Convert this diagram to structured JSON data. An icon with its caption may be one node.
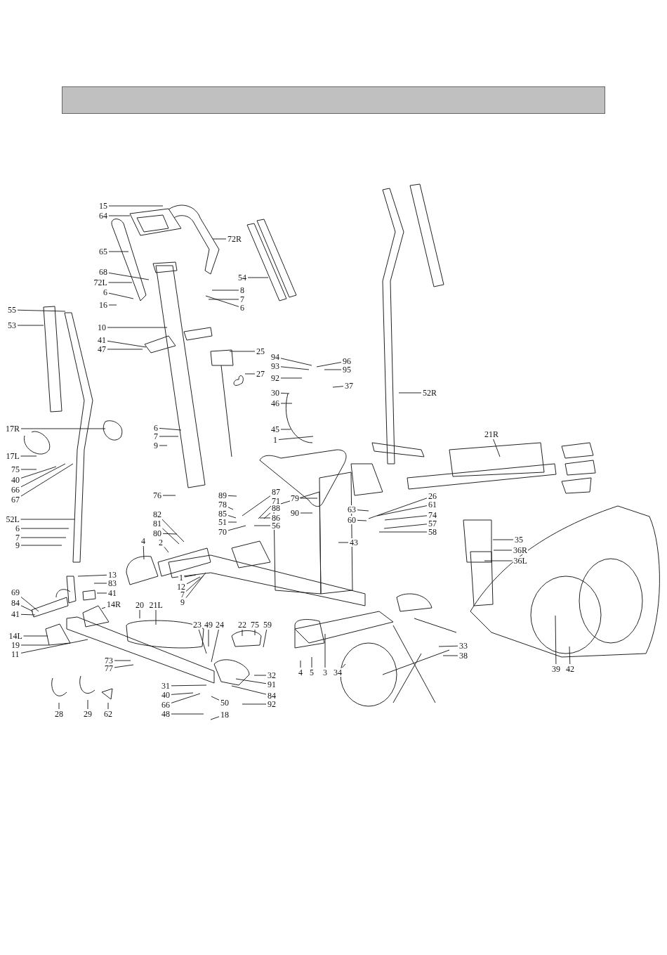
{
  "diagram": {
    "nodes": [
      {
        "text": [
          "15"
        ]
      },
      {
        "text": [
          "64"
        ]
      },
      {
        "text": [
          "65"
        ]
      },
      {
        "text": [
          "72R"
        ]
      },
      {
        "text": [
          "68"
        ]
      },
      {
        "text": [
          "72L"
        ]
      },
      {
        "text": [
          "6"
        ]
      },
      {
        "text": [
          "16"
        ]
      },
      {
        "text": [
          "8"
        ]
      },
      {
        "text": [
          "7"
        ]
      },
      {
        "text": [
          "6"
        ]
      },
      {
        "text": [
          "54"
        ]
      },
      {
        "text": [
          "55"
        ]
      },
      {
        "text": [
          "53"
        ]
      },
      {
        "text": [
          "10"
        ]
      },
      {
        "text": [
          "41"
        ]
      },
      {
        "text": [
          "47"
        ]
      },
      {
        "text": [
          "25"
        ]
      },
      {
        "text": [
          "27"
        ]
      },
      {
        "text": [
          "94"
        ]
      },
      {
        "text": [
          "93"
        ]
      },
      {
        "text": [
          "92"
        ]
      },
      {
        "text": [
          "96"
        ]
      },
      {
        "text": [
          "95"
        ]
      },
      {
        "text": [
          "30"
        ]
      },
      {
        "text": [
          "37"
        ]
      },
      {
        "text": [
          "46"
        ]
      },
      {
        "text": [
          "45"
        ]
      },
      {
        "text": [
          "1"
        ]
      },
      {
        "text": [
          "52R"
        ]
      },
      {
        "text": [
          "21R"
        ]
      },
      {
        "text": [
          "17R"
        ]
      },
      {
        "text": [
          "17L"
        ]
      },
      {
        "text": [
          "75"
        ]
      },
      {
        "text": [
          "40"
        ]
      },
      {
        "text": [
          "66"
        ]
      },
      {
        "text": [
          "67"
        ]
      },
      {
        "text": [
          "52L"
        ]
      },
      {
        "text": [
          "6"
        ]
      },
      {
        "text": [
          "7"
        ]
      },
      {
        "text": [
          "9"
        ]
      },
      {
        "text": [
          "6"
        ]
      },
      {
        "text": [
          "7"
        ]
      },
      {
        "text": [
          "9"
        ]
      },
      {
        "text": [
          "76"
        ]
      },
      {
        "text": [
          "82"
        ]
      },
      {
        "text": [
          "81"
        ]
      },
      {
        "text": [
          "80"
        ]
      },
      {
        "text": [
          "2"
        ]
      },
      {
        "text": [
          "4"
        ]
      },
      {
        "text": [
          "89"
        ]
      },
      {
        "text": [
          "78"
        ]
      },
      {
        "text": [
          "85"
        ]
      },
      {
        "text": [
          "51"
        ]
      },
      {
        "text": [
          "70"
        ]
      },
      {
        "text": [
          "87"
        ]
      },
      {
        "text": [
          "71"
        ]
      },
      {
        "text": [
          "88"
        ]
      },
      {
        "text": [
          "86"
        ]
      },
      {
        "text": [
          "56"
        ]
      },
      {
        "text": [
          "79"
        ]
      },
      {
        "text": [
          "90"
        ]
      },
      {
        "text": [
          "63"
        ]
      },
      {
        "text": [
          "60"
        ]
      },
      {
        "text": [
          "26"
        ]
      },
      {
        "text": [
          "61"
        ]
      },
      {
        "text": [
          "74"
        ]
      },
      {
        "text": [
          "57"
        ]
      },
      {
        "text": [
          "58"
        ]
      },
      {
        "text": [
          "43"
        ]
      },
      {
        "text": [
          "1"
        ]
      },
      {
        "text": [
          "12"
        ]
      },
      {
        "text": [
          "7"
        ]
      },
      {
        "text": [
          "9"
        ]
      },
      {
        "text": [
          "13"
        ]
      },
      {
        "text": [
          "83"
        ]
      },
      {
        "text": [
          "41"
        ]
      },
      {
        "text": [
          "14R"
        ]
      },
      {
        "text": [
          "69"
        ]
      },
      {
        "text": [
          "84"
        ]
      },
      {
        "text": [
          "41"
        ]
      },
      {
        "text": [
          "14L"
        ]
      },
      {
        "text": [
          "19"
        ]
      },
      {
        "text": [
          "11"
        ]
      },
      {
        "text": [
          "20"
        ]
      },
      {
        "text": [
          "21L"
        ]
      },
      {
        "text": [
          "35"
        ]
      },
      {
        "text": [
          "36R"
        ]
      },
      {
        "text": [
          "36L"
        ]
      },
      {
        "text": [
          "23"
        ]
      },
      {
        "text": [
          "49"
        ]
      },
      {
        "text": [
          "24"
        ]
      },
      {
        "text": [
          "22"
        ]
      },
      {
        "text": [
          "75"
        ]
      },
      {
        "text": [
          "59"
        ]
      },
      {
        "text": [
          "73"
        ]
      },
      {
        "text": [
          "77"
        ]
      },
      {
        "text": [
          "32"
        ]
      },
      {
        "text": [
          "91"
        ]
      },
      {
        "text": [
          "84"
        ]
      },
      {
        "text": [
          "92"
        ]
      },
      {
        "text": [
          "31"
        ]
      },
      {
        "text": [
          "40"
        ]
      },
      {
        "text": [
          "66"
        ]
      },
      {
        "text": [
          "48"
        ]
      },
      {
        "text": [
          "50"
        ]
      },
      {
        "text": [
          "18"
        ]
      },
      {
        "text": [
          "28"
        ]
      },
      {
        "text": [
          "29"
        ]
      },
      {
        "text": [
          "62"
        ]
      },
      {
        "text": [
          "33"
        ]
      },
      {
        "text": [
          "38"
        ]
      },
      {
        "text": [
          "4"
        ]
      },
      {
        "text": [
          "5"
        ]
      },
      {
        "text": [
          "3"
        ]
      },
      {
        "text": [
          "34"
        ]
      },
      {
        "text": [
          "39"
        ]
      },
      {
        "text": [
          "42"
        ]
      }
    ],
    "edges": [
      {
        "from": 0,
        "to": null,
        "arrow": "none"
      },
      {
        "from": 1,
        "to": null,
        "arrow": "none"
      },
      {
        "from": 2,
        "to": null,
        "arrow": "none"
      },
      {
        "from": 3,
        "to": null,
        "arrow": "none"
      },
      {
        "from": 4,
        "to": null,
        "arrow": "none"
      },
      {
        "from": 5,
        "to": null,
        "arrow": "none"
      },
      {
        "from": 6,
        "to": null,
        "arrow": "none"
      },
      {
        "from": 7,
        "to": null,
        "arrow": "none"
      },
      {
        "from": 8,
        "to": null,
        "arrow": "none"
      },
      {
        "from": 9,
        "to": null,
        "arrow": "none"
      },
      {
        "from": 10,
        "to": null,
        "arrow": "none"
      },
      {
        "from": 11,
        "to": null,
        "arrow": "none"
      },
      {
        "from": 12,
        "to": null,
        "arrow": "none"
      },
      {
        "from": 13,
        "to": null,
        "arrow": "none"
      },
      {
        "from": 14,
        "to": null,
        "arrow": "none"
      },
      {
        "from": 15,
        "to": null,
        "arrow": "none"
      },
      {
        "from": 16,
        "to": null,
        "arrow": "none"
      },
      {
        "from": 17,
        "to": null,
        "arrow": "none"
      },
      {
        "from": 18,
        "to": null,
        "arrow": "none"
      },
      {
        "from": 19,
        "to": null,
        "arrow": "none"
      },
      {
        "from": 20,
        "to": null,
        "arrow": "none"
      },
      {
        "from": 21,
        "to": null,
        "arrow": "none"
      },
      {
        "from": 22,
        "to": null,
        "arrow": "none"
      },
      {
        "from": 23,
        "to": null,
        "arrow": "none"
      },
      {
        "from": 24,
        "to": null,
        "arrow": "none"
      },
      {
        "from": 25,
        "to": null,
        "arrow": "none"
      },
      {
        "from": 26,
        "to": null,
        "arrow": "none"
      },
      {
        "from": 27,
        "to": null,
        "arrow": "none"
      },
      {
        "from": 28,
        "to": null,
        "arrow": "none"
      },
      {
        "from": 29,
        "to": null,
        "arrow": "none"
      },
      {
        "from": 30,
        "to": null,
        "arrow": "none"
      },
      {
        "from": 31,
        "to": null,
        "arrow": "none"
      },
      {
        "from": 32,
        "to": null,
        "arrow": "none"
      },
      {
        "from": 33,
        "to": null,
        "arrow": "none"
      },
      {
        "from": 34,
        "to": null,
        "arrow": "none"
      },
      {
        "from": 35,
        "to": null,
        "arrow": "none"
      },
      {
        "from": 36,
        "to": null,
        "arrow": "none"
      },
      {
        "from": 37,
        "to": null,
        "arrow": "none"
      },
      {
        "from": 38,
        "to": null,
        "arrow": "none"
      },
      {
        "from": 39,
        "to": null,
        "arrow": "none"
      },
      {
        "from": 40,
        "to": null,
        "arrow": "none"
      },
      {
        "from": 41,
        "to": null,
        "arrow": "none"
      },
      {
        "from": 42,
        "to": null,
        "arrow": "none"
      },
      {
        "from": 43,
        "to": null,
        "arrow": "none"
      },
      {
        "from": 44,
        "to": null,
        "arrow": "none"
      },
      {
        "from": 45,
        "to": null,
        "arrow": "none"
      },
      {
        "from": 46,
        "to": null,
        "arrow": "none"
      },
      {
        "from": 47,
        "to": null,
        "arrow": "none"
      },
      {
        "from": 48,
        "to": null,
        "arrow": "none"
      },
      {
        "from": 49,
        "to": null,
        "arrow": "none"
      },
      {
        "from": 50,
        "to": null,
        "arrow": "none"
      },
      {
        "from": 51,
        "to": null,
        "arrow": "none"
      },
      {
        "from": 52,
        "to": null,
        "arrow": "none"
      },
      {
        "from": 53,
        "to": null,
        "arrow": "none"
      },
      {
        "from": 54,
        "to": null,
        "arrow": "none"
      },
      {
        "from": 55,
        "to": null,
        "arrow": "none"
      },
      {
        "from": 56,
        "to": null,
        "arrow": "none"
      },
      {
        "from": 57,
        "to": null,
        "arrow": "none"
      },
      {
        "from": 58,
        "to": null,
        "arrow": "none"
      },
      {
        "from": 59,
        "to": null,
        "arrow": "none"
      },
      {
        "from": 60,
        "to": null,
        "arrow": "none"
      },
      {
        "from": 61,
        "to": null,
        "arrow": "none"
      },
      {
        "from": 62,
        "to": null,
        "arrow": "none"
      },
      {
        "from": 63,
        "to": null,
        "arrow": "none"
      },
      {
        "from": 64,
        "to": null,
        "arrow": "none"
      },
      {
        "from": 65,
        "to": null,
        "arrow": "none"
      },
      {
        "from": 66,
        "to": null,
        "arrow": "none"
      },
      {
        "from": 67,
        "to": null,
        "arrow": "none"
      },
      {
        "from": 68,
        "to": null,
        "arrow": "none"
      },
      {
        "from": 69,
        "to": null,
        "arrow": "none"
      },
      {
        "from": 70,
        "to": null,
        "arrow": "none"
      },
      {
        "from": 71,
        "to": null,
        "arrow": "none"
      },
      {
        "from": 72,
        "to": null,
        "arrow": "none"
      },
      {
        "from": 73,
        "to": null,
        "arrow": "none"
      },
      {
        "from": 74,
        "to": null,
        "arrow": "none"
      },
      {
        "from": 75,
        "to": null,
        "arrow": "none"
      },
      {
        "from": 76,
        "to": null,
        "arrow": "none"
      },
      {
        "from": 77,
        "to": null,
        "arrow": "none"
      },
      {
        "from": 78,
        "to": null,
        "arrow": "none"
      },
      {
        "from": 79,
        "to": null,
        "arrow": "none"
      },
      {
        "from": 80,
        "to": null,
        "arrow": "none"
      },
      {
        "from": 81,
        "to": null,
        "arrow": "none"
      },
      {
        "from": 82,
        "to": null,
        "arrow": "none"
      },
      {
        "from": 83,
        "to": null,
        "arrow": "none"
      },
      {
        "from": 84,
        "to": null,
        "arrow": "none"
      },
      {
        "from": 85,
        "to": null,
        "arrow": "none"
      },
      {
        "from": 86,
        "to": null,
        "arrow": "none"
      },
      {
        "from": 87,
        "to": null,
        "arrow": "none"
      },
      {
        "from": 88,
        "to": null,
        "arrow": "none"
      },
      {
        "from": 89,
        "to": null,
        "arrow": "none"
      },
      {
        "from": 90,
        "to": null,
        "arrow": "none"
      },
      {
        "from": 91,
        "to": null,
        "arrow": "none"
      },
      {
        "from": 92,
        "to": null,
        "arrow": "none"
      },
      {
        "from": 93,
        "to": null,
        "arrow": "none"
      },
      {
        "from": 94,
        "to": null,
        "arrow": "none"
      },
      {
        "from": 95,
        "to": null,
        "arrow": "none"
      },
      {
        "from": 96,
        "to": null,
        "arrow": "none"
      },
      {
        "from": 97,
        "to": null,
        "arrow": "none"
      },
      {
        "from": 98,
        "to": null,
        "arrow": "none"
      },
      {
        "from": 99,
        "to": null,
        "arrow": "none"
      },
      {
        "from": 100,
        "to": null,
        "arrow": "none"
      },
      {
        "from": 101,
        "to": null,
        "arrow": "none"
      },
      {
        "from": 102,
        "to": null,
        "arrow": "none"
      },
      {
        "from": 103,
        "to": null,
        "arrow": "none"
      },
      {
        "from": 104,
        "to": null,
        "arrow": "none"
      },
      {
        "from": 105,
        "to": null,
        "arrow": "none"
      },
      {
        "from": 106,
        "to": null,
        "arrow": "none"
      },
      {
        "from": 107,
        "to": null,
        "arrow": "none"
      },
      {
        "from": 108,
        "to": null,
        "arrow": "none"
      },
      {
        "from": 109,
        "to": null,
        "arrow": "none"
      },
      {
        "from": 110,
        "to": null,
        "arrow": "none"
      },
      {
        "from": 111,
        "to": null,
        "arrow": "none"
      },
      {
        "from": 112,
        "to": null,
        "arrow": "none"
      },
      {
        "from": 113,
        "to": null,
        "arrow": "none"
      },
      {
        "from": 114,
        "to": null,
        "arrow": "none"
      },
      {
        "from": 115,
        "to": null,
        "arrow": "none"
      },
      {
        "from": 116,
        "to": null,
        "arrow": "none"
      },
      {
        "from": 117,
        "to": null,
        "arrow": "none"
      }
    ]
  }
}
